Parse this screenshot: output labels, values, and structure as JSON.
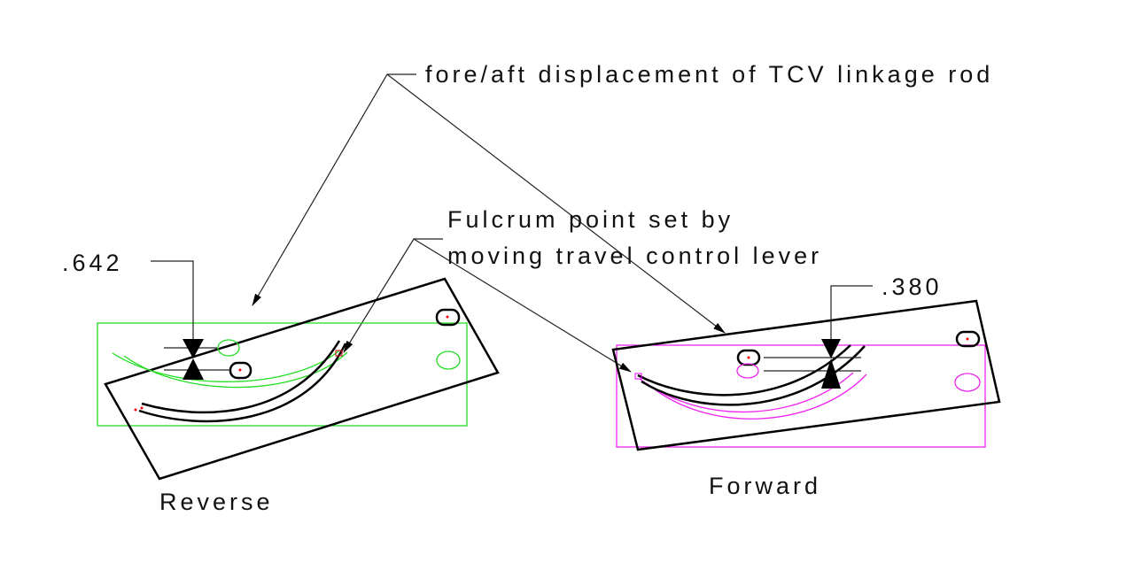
{
  "annotations": {
    "linkage_label": "fore/aft displacement of TCV linkage rod",
    "fulcrum_line1": "Fulcrum point set by",
    "fulcrum_line2": "moving travel control lever"
  },
  "reverse": {
    "label": "Reverse",
    "dimension": ".642",
    "overlay_color": "#22dd22"
  },
  "forward": {
    "label": "Forward",
    "dimension": ".380",
    "overlay_color": "#ee22ee"
  }
}
